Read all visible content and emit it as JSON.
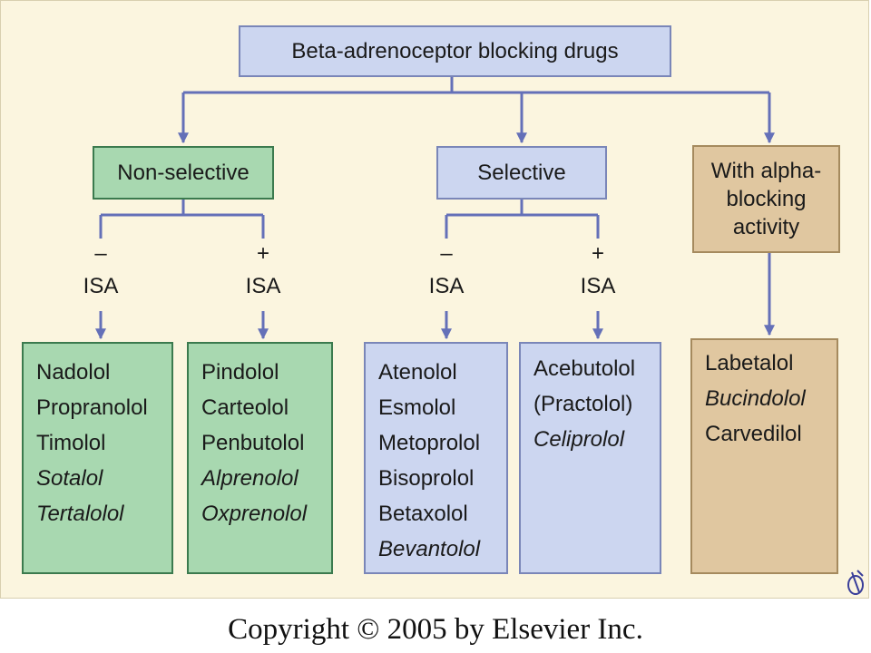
{
  "title": "Beta-adrenoceptor blocking drugs",
  "categories": {
    "non_selective": "Non-selective",
    "selective": "Selective",
    "alpha": [
      "With alpha-",
      "blocking",
      "activity"
    ]
  },
  "isa": {
    "minus": "–",
    "plus": "+",
    "label": "ISA"
  },
  "lists": {
    "nonsel_minus": [
      {
        "name": "Nadolol",
        "italic": false
      },
      {
        "name": "Propranolol",
        "italic": false
      },
      {
        "name": "Timolol",
        "italic": false
      },
      {
        "name": "Sotalol",
        "italic": true
      },
      {
        "name": "Tertalolol",
        "italic": true
      }
    ],
    "nonsel_plus": [
      {
        "name": "Pindolol",
        "italic": false
      },
      {
        "name": "Carteolol",
        "italic": false
      },
      {
        "name": "Penbutolol",
        "italic": false
      },
      {
        "name": "Alprenolol",
        "italic": true
      },
      {
        "name": "Oxprenolol",
        "italic": true
      }
    ],
    "sel_minus": [
      {
        "name": "Atenolol",
        "italic": false
      },
      {
        "name": "Esmolol",
        "italic": false
      },
      {
        "name": "Metoprolol",
        "italic": false
      },
      {
        "name": "Bisoprolol",
        "italic": false
      },
      {
        "name": "Betaxolol",
        "italic": false
      },
      {
        "name": "Bevantolol",
        "italic": true
      }
    ],
    "sel_plus": [
      {
        "name": "Acebutolol",
        "italic": false
      },
      {
        "name": "(Practolol)",
        "italic": false
      },
      {
        "name": "Celiprolol",
        "italic": true
      }
    ],
    "alpha": [
      {
        "name": "Labetalol",
        "italic": false
      },
      {
        "name": "Bucindolol",
        "italic": true
      },
      {
        "name": "Carvedilol",
        "italic": false
      }
    ]
  },
  "colors": {
    "connector": "#6470b8",
    "blue": "#ccd6f0",
    "green": "#a8d8b0",
    "tan": "#e0c7a0"
  },
  "copyright": "Copyright © 2005 by Elsevier Inc."
}
